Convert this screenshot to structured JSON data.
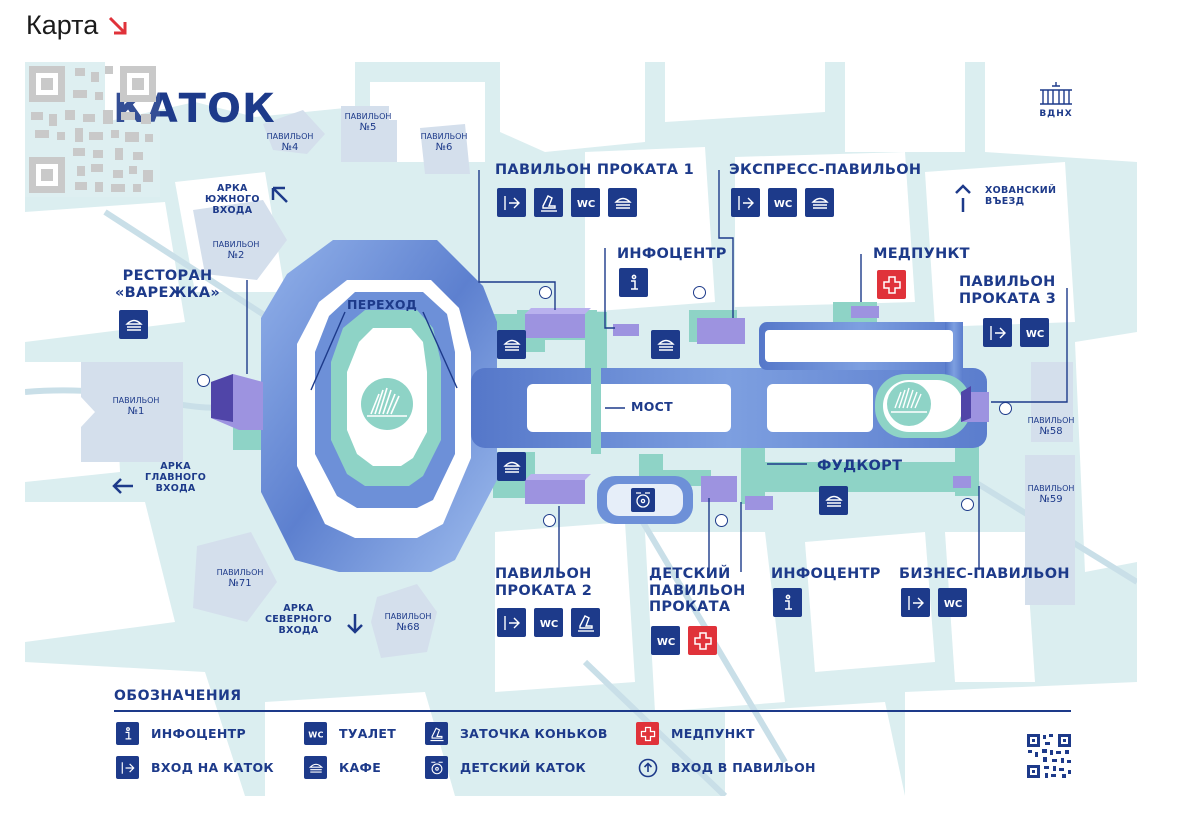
{
  "header": {
    "title": "Карта"
  },
  "map": {
    "title": "КАТОК",
    "logo_text": "ВДНХ",
    "labels": {
      "rental1": "ПАВИЛЬОН ПРОКАТА 1",
      "express": "ЭКСПРЕСС-ПАВИЛЬОН",
      "hovansky": "ХОВАНСКИЙ\nВЪЕЗД",
      "medpunkt": "МЕДПУНКТ",
      "infocenter_top": "ИНФОЦЕНТР",
      "rental3": "ПАВИЛЬОН\nПРОКАТА 3",
      "restaurant": "РЕСТОРАН\n«ВАРЕЖКА»",
      "arch_south": "АРКА\nЮЖНОГО\nВХОДА",
      "arch_main": "АРКА\nГЛАВНОГО\nВХОДА",
      "arch_north": "АРКА\nСЕВЕРНОГО\nВХОДА",
      "perehod": "ПЕРЕХОД",
      "most": "МОСТ",
      "foodcourt": "ФУДКОРТ",
      "rental2": "ПАВИЛЬОН\nПРОКАТА 2",
      "kids_rental": "ДЕТСКИЙ\nПАВИЛЬОН\nПРОКАТА",
      "infocenter_bottom": "ИНФОЦЕНТР",
      "business": "БИЗНЕС-ПАВИЛЬОН"
    },
    "pavilions": [
      {
        "id": "p4",
        "name": "ПАВИЛЬОН",
        "num": "№4"
      },
      {
        "id": "p5",
        "name": "ПАВИЛЬОН",
        "num": "№5"
      },
      {
        "id": "p6",
        "name": "ПАВИЛЬОН",
        "num": "№6"
      },
      {
        "id": "p2",
        "name": "ПАВИЛЬОН",
        "num": "№2"
      },
      {
        "id": "p1",
        "name": "ПАВИЛЬОН",
        "num": "№1"
      },
      {
        "id": "p71",
        "name": "ПАВИЛЬОН",
        "num": "№71"
      },
      {
        "id": "p68",
        "name": "ПАВИЛЬОН",
        "num": "№68"
      },
      {
        "id": "p58",
        "name": "ПАВИЛЬОН",
        "num": "№58"
      },
      {
        "id": "p59",
        "name": "ПАВИЛЬОН",
        "num": "№59"
      }
    ]
  },
  "legend": {
    "title": "ОБОЗНАЧЕНИЯ",
    "items": [
      {
        "icon": "info-icon",
        "label": "ИНФОЦЕНТР"
      },
      {
        "icon": "toilet-icon",
        "label": "ТУАЛЕТ"
      },
      {
        "icon": "skate-sharpening-icon",
        "label": "ЗАТОЧКА КОНЬКОВ"
      },
      {
        "icon": "medical-cross-icon",
        "label": "МЕДПУНКТ"
      },
      {
        "icon": "rink-entrance-icon",
        "label": "ВХОД НА КАТОК"
      },
      {
        "icon": "cafe-icon",
        "label": "КАФЕ"
      },
      {
        "icon": "kids-rink-icon",
        "label": "ДЕТСКИЙ КАТОК"
      },
      {
        "icon": "pavilion-entrance-icon",
        "label": "ВХОД В ПАВИЛЬОН"
      }
    ]
  },
  "colors": {
    "brand_blue": "#1d3a8a",
    "rink_blue": "#6b8fd6",
    "mint": "#8ed3c6",
    "medical_red": "#e0323a",
    "street_bg": "#dbeef0",
    "pavilion_grey": "#d4dfec"
  }
}
